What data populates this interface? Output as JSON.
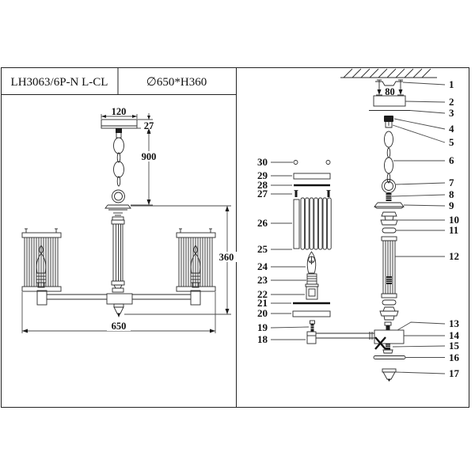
{
  "header": {
    "model": "LH3063/6P-N L-CL",
    "size": "∅650*H360"
  },
  "dims": {
    "canopy_width": "120",
    "canopy_height": "27",
    "chain_drop": "900",
    "fixture_height": "360",
    "fixture_width": "650",
    "bracket_holes": "80"
  },
  "part_numbers": [
    "1",
    "2",
    "3",
    "4",
    "5",
    "6",
    "7",
    "8",
    "9",
    "10",
    "11",
    "12",
    "13",
    "14",
    "15",
    "16",
    "17",
    "18",
    "19",
    "20",
    "21",
    "22",
    "23",
    "24",
    "25",
    "26",
    "27",
    "28",
    "29",
    "30"
  ]
}
